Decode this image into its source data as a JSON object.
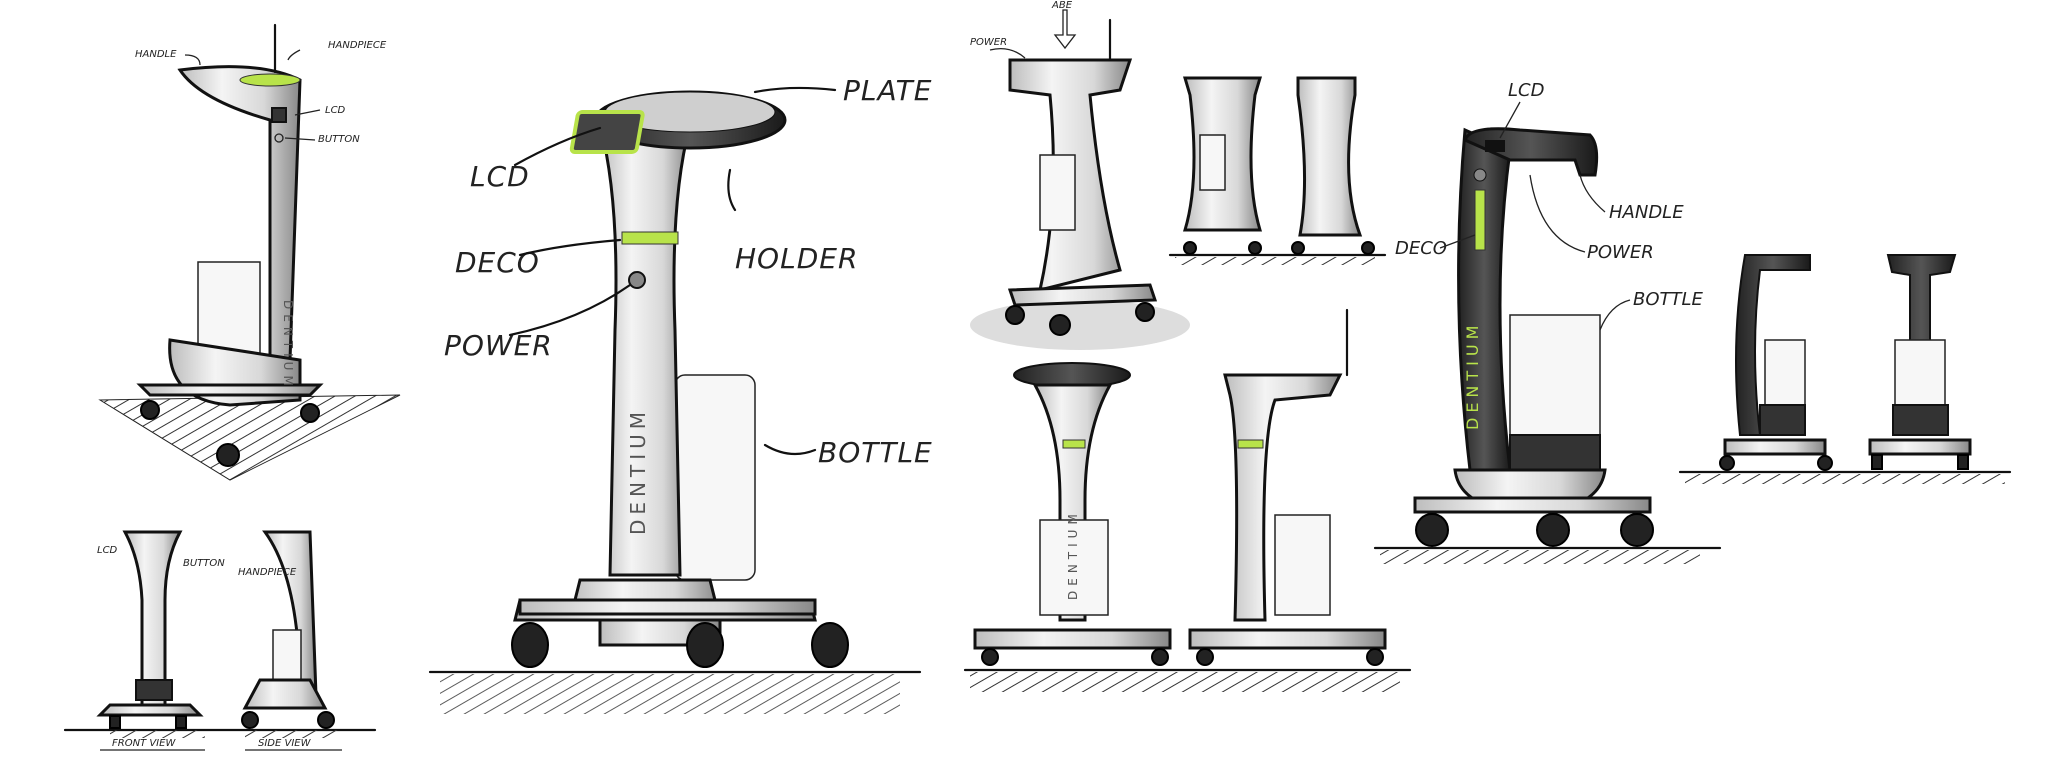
{
  "sketches": {
    "perspective_small": {
      "labels": {
        "handle": "HANDLE",
        "handpiece": "HANDPIECE",
        "lcd": "LCD",
        "button": "BUTTON"
      },
      "brand": "DENTIUM"
    },
    "orthographic_small": {
      "labels": {
        "lcd": "LCD",
        "button": "BUTTON",
        "handpiece": "HANDPIECE",
        "front_view": "FRONT VIEW",
        "side_view": "SIDE VIEW"
      }
    },
    "main_concept": {
      "labels": {
        "plate": "PLATE",
        "lcd": "LCD",
        "holder": "HOLDER",
        "deco": "DECO",
        "power": "POWER",
        "bottle": "BOTTLE"
      },
      "brand": "DENTIUM"
    },
    "render_concept": {
      "labels": {
        "power": "POWER",
        "abe": "ABE"
      }
    },
    "front_side_concept": {
      "brand": "DENTIUM"
    },
    "dark_concept": {
      "labels": {
        "lcd": "LCD",
        "handle": "HANDLE",
        "deco": "DECO",
        "power": "POWER",
        "bottle": "BOTTLE"
      },
      "brand": "DENTIUM"
    }
  },
  "colors": {
    "accent": "#b8e34a",
    "ink": "#111111"
  }
}
